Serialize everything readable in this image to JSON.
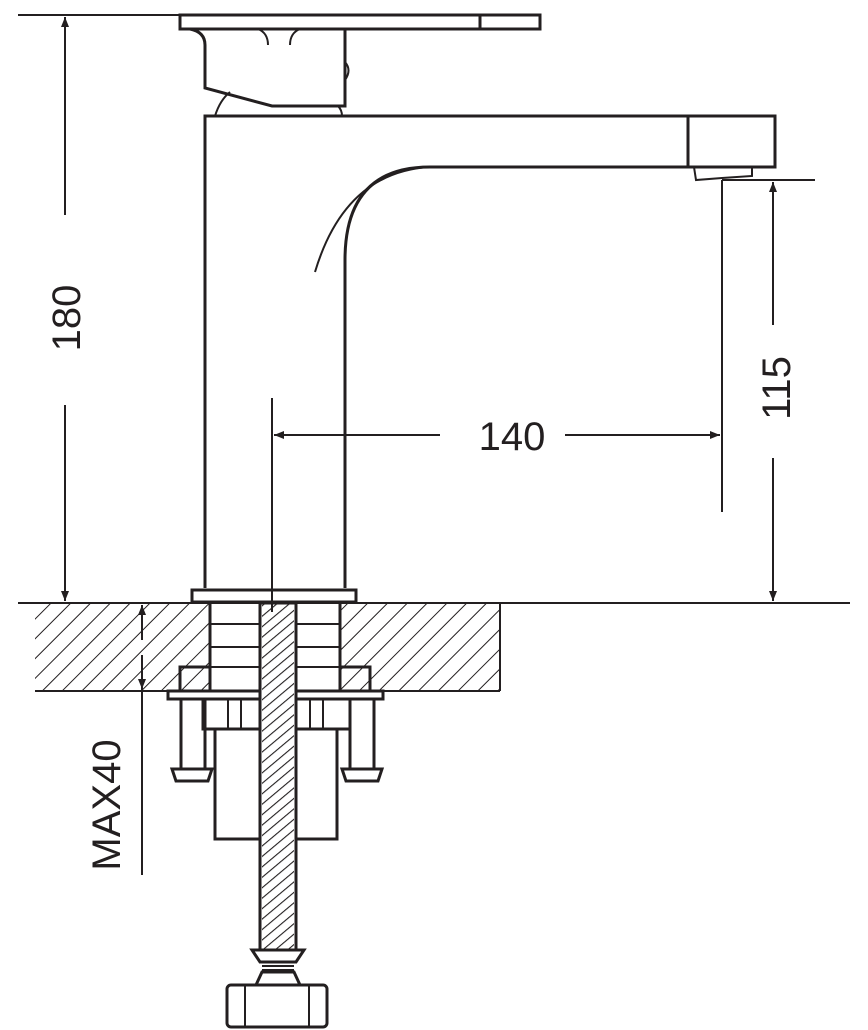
{
  "drawing": {
    "title_hidden": "",
    "dimensions": {
      "total_height": "180",
      "spout_height": "115",
      "spout_reach": "140",
      "max_counter_thickness": "MAX40"
    },
    "units_implied": "mm",
    "color": "#231f20"
  }
}
